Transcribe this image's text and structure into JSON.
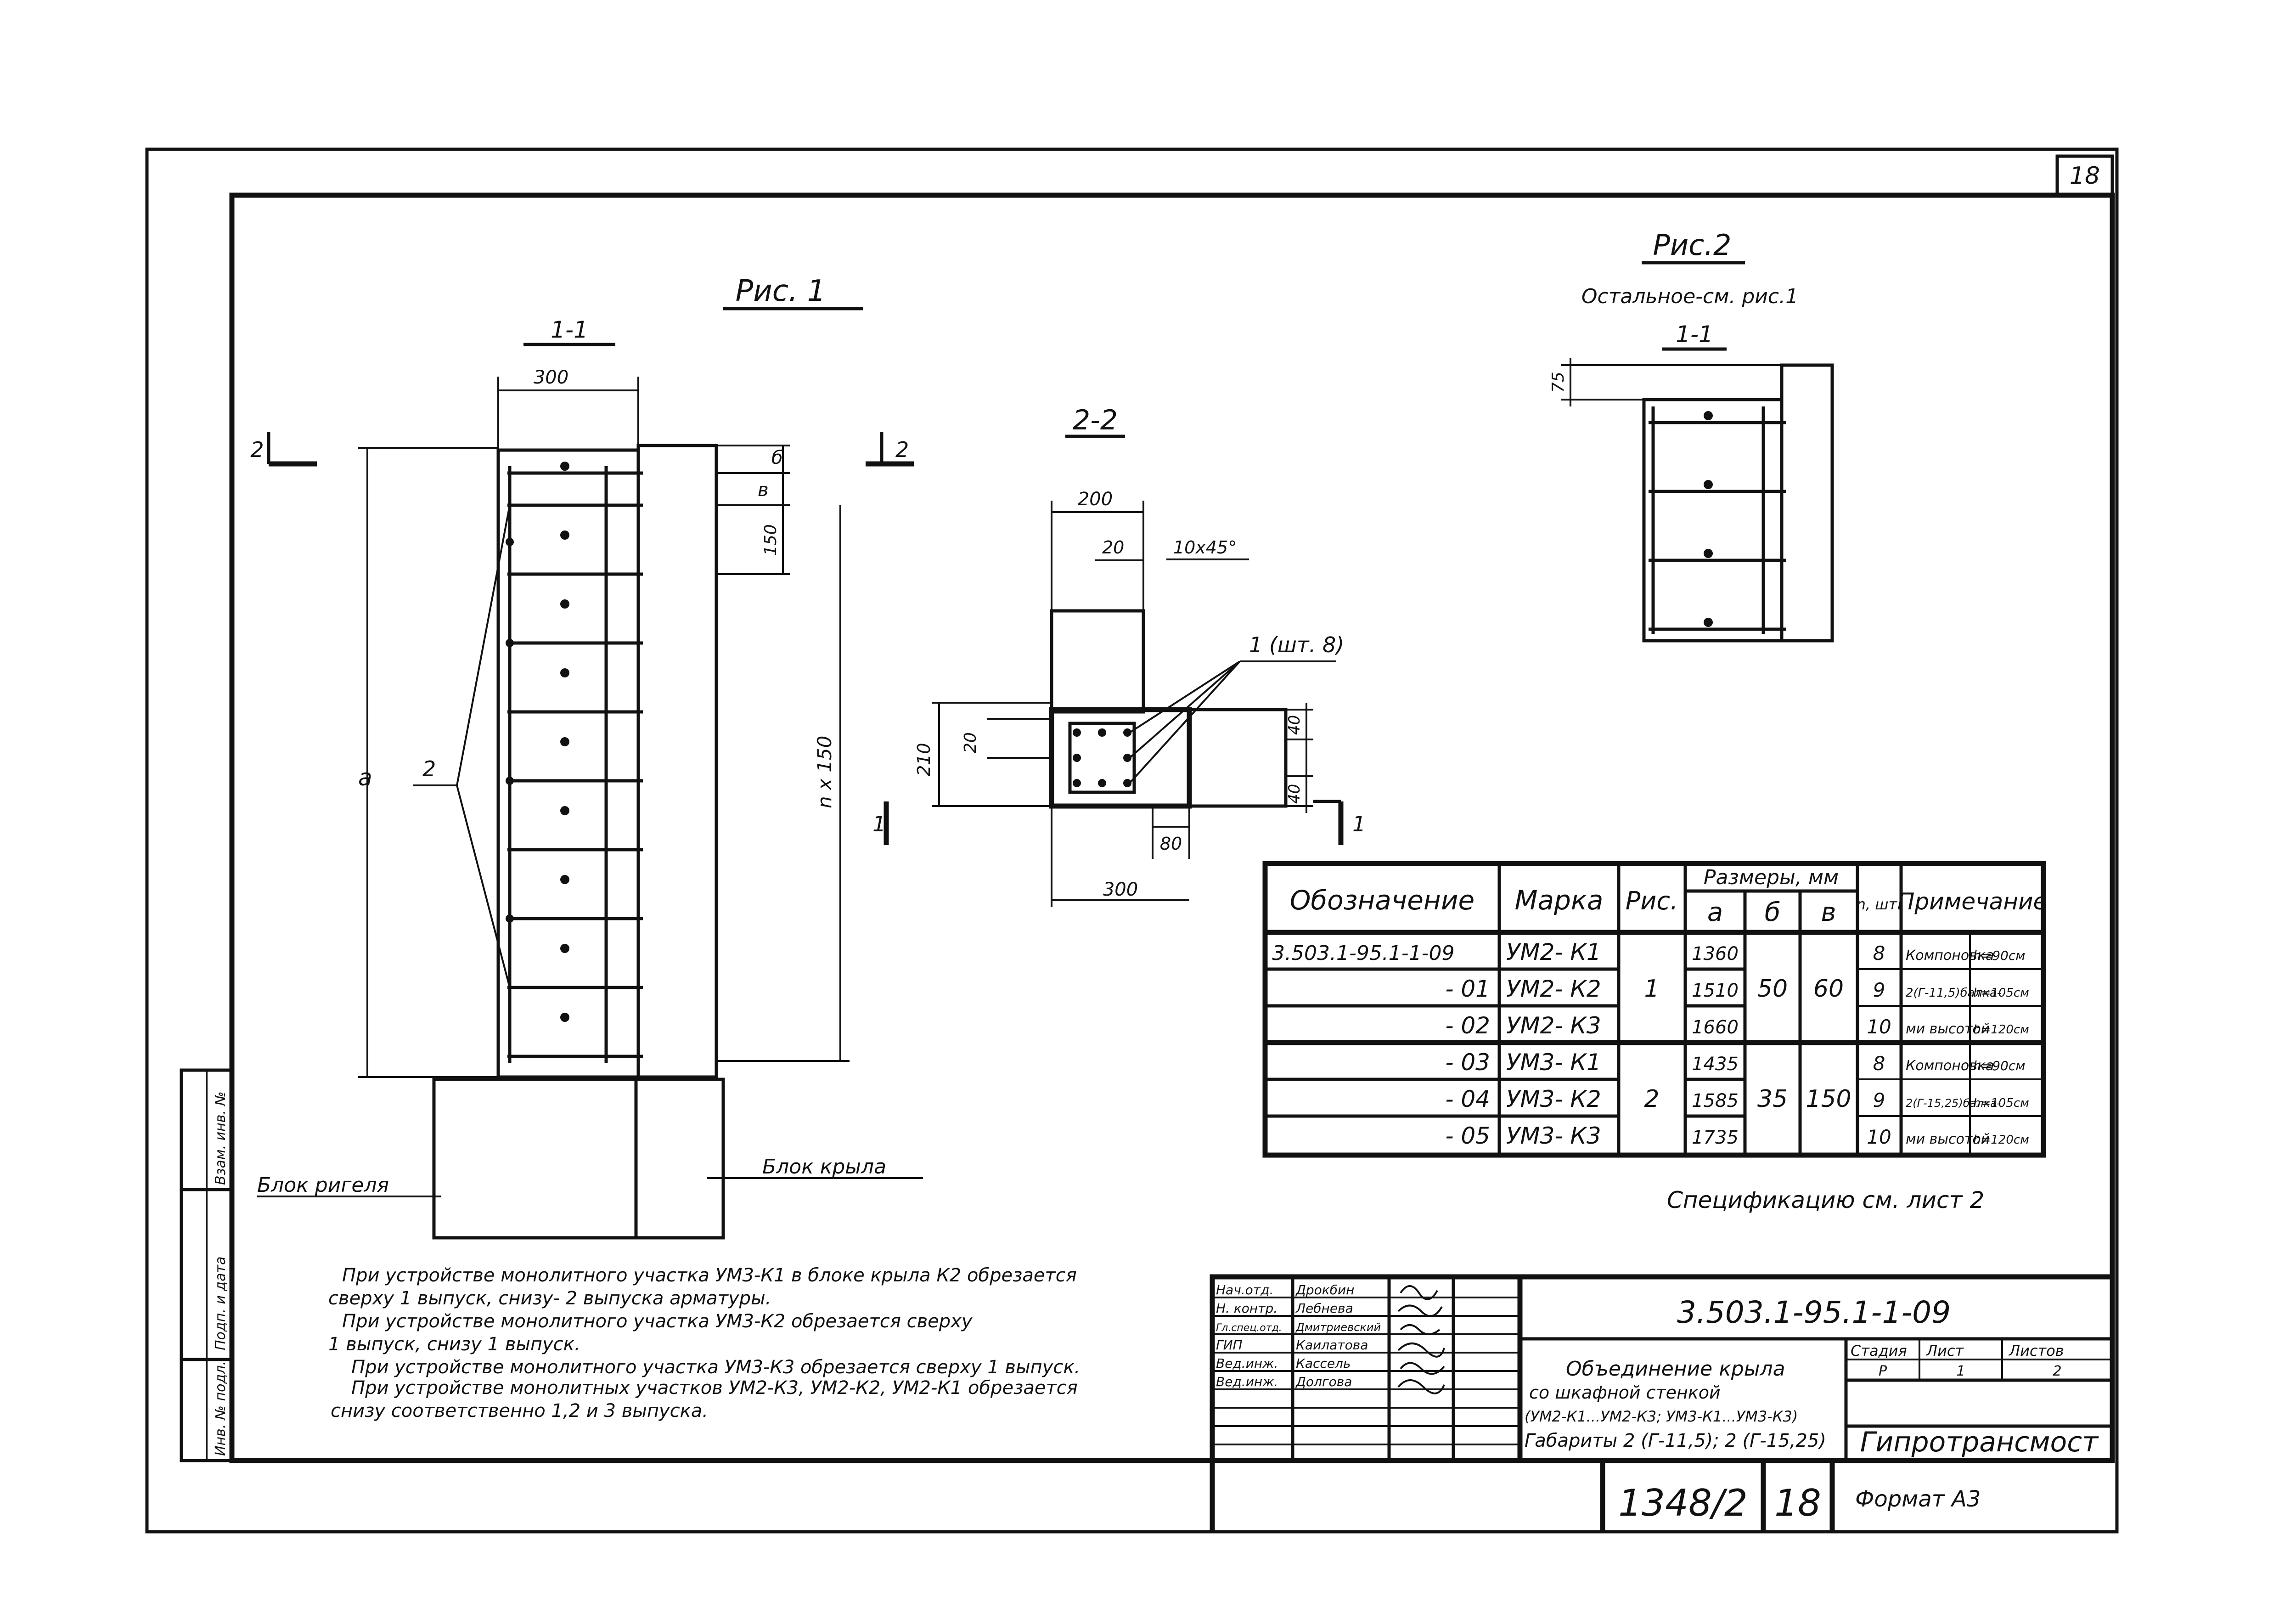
{
  "sheet_number": "18",
  "fig1": {
    "title": "Рис. 1",
    "section_label": "1-1",
    "cut_mark": "2",
    "dim_width": "300",
    "dim_b": "б",
    "dim_v": "в",
    "dim_150": "150",
    "dim_a": "а",
    "dim_n150": "n x 150",
    "rebar_label": "2",
    "block_rigel": "Блок ригеля",
    "block_wing": "Блок крыла"
  },
  "sect22": {
    "title": "2-2",
    "dim_200": "200",
    "dim_20a": "20",
    "dim_chamfer": "10x45°",
    "rebar_label": "1 (шт. 8)",
    "dim_20b": "20",
    "dim_210": "210",
    "dim_40a": "40",
    "dim_40b": "40",
    "dim_80": "80",
    "dim_300": "300",
    "cut_mark": "1"
  },
  "fig2": {
    "title": "Рис.2",
    "subtitle": "Остальное-см. рис.1",
    "section_label": "1-1",
    "dim_75": "75"
  },
  "spec_table": {
    "headers": {
      "designation": "Обозначение",
      "mark": "Марка",
      "fig": "Рис.",
      "sizes": "Размеры, мм",
      "a": "а",
      "b": "б",
      "v": "в",
      "n": "n, шт.",
      "note": "Примечание"
    },
    "rows": [
      {
        "designation": "3.503.1-95.1-1-09",
        "mark": "УМ2- К1",
        "a": "1360",
        "n": "8"
      },
      {
        "designation": "- 01",
        "mark": "УМ2- К2",
        "a": "1510",
        "n": "9"
      },
      {
        "designation": "- 02",
        "mark": "УМ2- К3",
        "a": "1660",
        "n": "10"
      },
      {
        "designation": "- 03",
        "mark": "УМ3- К1",
        "a": "1435",
        "n": "8"
      },
      {
        "designation": "- 04",
        "mark": "УМ3- К2",
        "a": "1585",
        "n": "9"
      },
      {
        "designation": "- 05",
        "mark": "УМ3- К3",
        "a": "1735",
        "n": "10"
      }
    ],
    "groups": [
      {
        "fig": "1",
        "b": "50",
        "v": "60",
        "note": [
          "Компоновка",
          "2(Г-11,5)балка-",
          "ми высотой"
        ],
        "heights": [
          "h=90см",
          "h=105см",
          "h=120см"
        ]
      },
      {
        "fig": "2",
        "b": "35",
        "v": "150",
        "note": [
          "Компоновка",
          "2(Г-15,25)балка-",
          "ми высотой"
        ],
        "heights": [
          "h=90см",
          "h=105см",
          "h=120см"
        ]
      }
    ]
  },
  "spec_reference": "Спецификацию см. лист 2",
  "notes": [
    "При устройстве монолитного участка УМ3-К1 в блоке крыла К2 обрезается",
    "сверху 1 выпуск, снизу- 2 выпуска арматуры.",
    "При устройстве монолитного участка УМ3-К2 обрезается сверху",
    "1 выпуск, снизу 1 выпуск.",
    "При устройстве монолитного участка УМ3-К3 обрезается сверху 1 выпуск.",
    "При устройстве монолитных участков УМ2-К3, УМ2-К2, УМ2-К1 обрезается",
    "снизу соответственно 1,2 и 3 выпуска."
  ],
  "side_stamp": [
    "Взам. инв. №",
    "Подп. и дата",
    "Инв. № подл."
  ],
  "title_block": {
    "signatures": [
      {
        "role": "Нач.отд.",
        "name": "Дрокбин"
      },
      {
        "role": "Н. контр.",
        "name": "Лебнева"
      },
      {
        "role": "Гл.спец.отд.",
        "name": "Дмитриевский"
      },
      {
        "role": "ГИП",
        "name": "Каилатова"
      },
      {
        "role": "Вед.инж.",
        "name": "Кассель"
      },
      {
        "role": "Вед.инж.",
        "name": "Долгова"
      }
    ],
    "doc_code": "3.503.1-95.1-1-09",
    "title_lines": [
      "Объединение крыла",
      "со шкафной стенкой",
      "(УМ2-К1...УМ2-К3; УМ3-К1...УМ3-К3)",
      "Габариты 2 (Г-11,5); 2 (Г-15,25)"
    ],
    "stage_label": "Стадия",
    "sheet_label": "Лист",
    "sheets_label": "Листов",
    "stage": "Р",
    "sheet": "1",
    "sheets": "2",
    "organization": "Гипротрансмост",
    "archive_no": "1348/2",
    "page": "18",
    "format": "Формат А3"
  }
}
